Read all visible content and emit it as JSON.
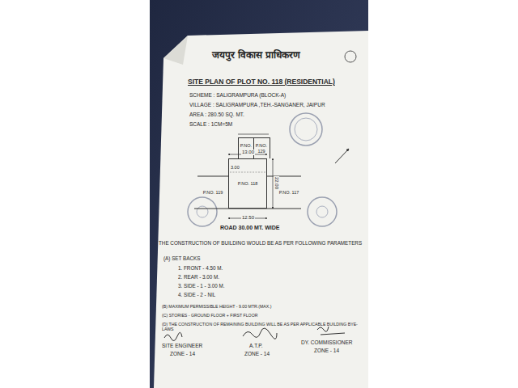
{
  "diagram": {
    "title": "जयपुर विकास प्राधिकरण",
    "nodes": [
      {
        "text": [
          "P.NO. 128"
        ]
      },
      {
        "text": [
          "P.NO. 129"
        ]
      },
      {
        "text": [
          "P.NO. 119"
        ]
      },
      {
        "text": [
          "P.NO. 118"
        ]
      },
      {
        "text": [
          "P.NO. 117"
        ]
      }
    ],
    "labels": [
      "SITE PLAN OF PLOT NO. 118 (RESIDENTIAL)",
      "SCHEME : SALIGRAMPURA (BLOCK-A)",
      "VILLAGE : SALIGRAMPURA ,TEH.-SANGANER, JAIPUR",
      "AREA : 280.50 SQ. MT.",
      "SCALE : 1CM=5M",
      "13.00",
      "22.00",
      "3.00",
      "12.50",
      "ROAD 30.00 MT. WIDE",
      "THE CONSTRUCTION OF BUILDING WOULD BE AS PER FOLLOWING PARAMETERS",
      "(A) SET BACKS",
      "1. FRONT - 4.50 M.",
      "2. REAR - 3.00 M.",
      "3. SIDE - 1 - 3.00 M.",
      "4. SIDE - 2 - NIL",
      "(B) MAXIMUM PERMISSIBLE HEIGHT - 9.00 MTR.(MAX.)",
      "(C) STORIES - GROUND FLOOR + FIRST FLOOR",
      "(D) THE CONSTRUCTION OF REMAINING BUILDING WILL BE AS PER APPLICABLE BUILDING BYE-LAWS",
      "SITE ENGINEER",
      "ZONE - 14",
      "A.T.P.",
      "ZONE - 14",
      "DY. COMMISSIONER",
      "ZONE - 14"
    ]
  }
}
